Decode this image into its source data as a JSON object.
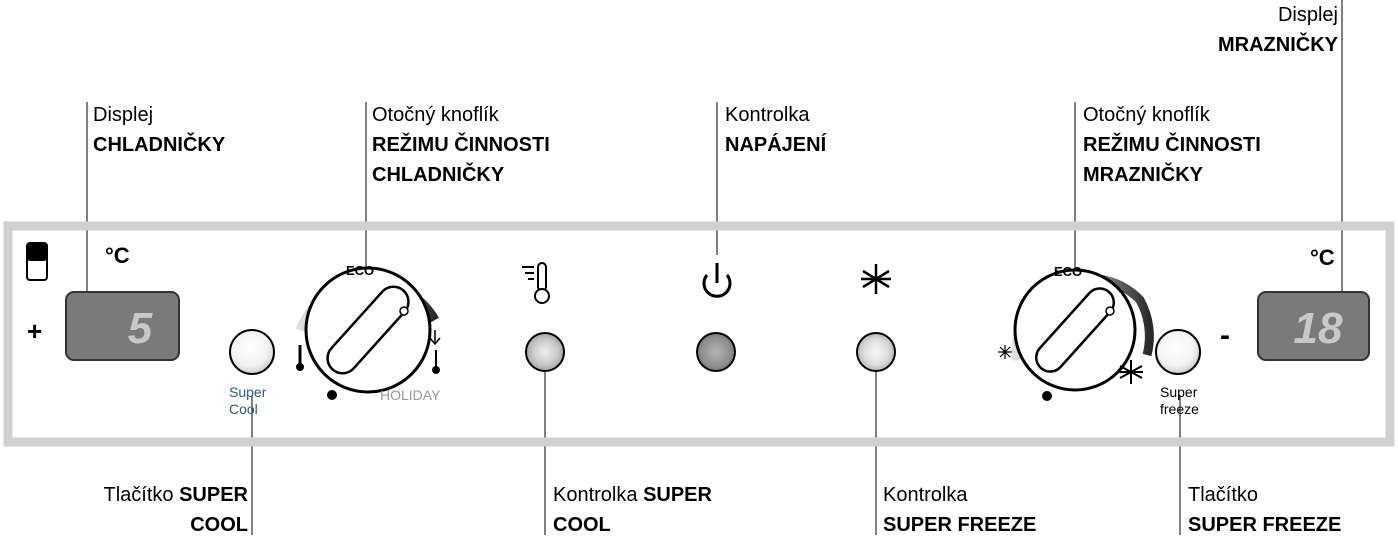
{
  "callouts": {
    "fridge_display": {
      "line1": "Displej",
      "line2": "CHLADNIČKY"
    },
    "fridge_knob": {
      "line1": "Otočný knoflík",
      "line2": "REŽIMU ČINNOSTI",
      "line3": "CHLADNIČKY"
    },
    "power_light": {
      "line1": "Kontrolka",
      "line2": "NAPÁJENÍ"
    },
    "freezer_knob": {
      "line1": "Otočný knoflík",
      "line2": "REŽIMU ČINNOSTI",
      "line3": "MRAZNIČKY"
    },
    "freezer_display": {
      "line1": "Displej",
      "line2": "MRAZNIČKY"
    },
    "super_cool_button": {
      "line1_prefix": "Tlačítko ",
      "line1_bold": "SUPER",
      "line2": "COOL"
    },
    "super_cool_light": {
      "line1_prefix": "Kontrolka  ",
      "line1_bold": "SUPER",
      "line2": "COOL"
    },
    "super_freeze_light": {
      "line1": "Kontrolka",
      "line2": "SUPER FREEZE"
    },
    "super_freeze_button": {
      "line1": "Tlačítko",
      "line2": "SUPER FREEZE"
    }
  },
  "panel": {
    "fridge_unit": "°C",
    "fridge_plus": "+",
    "fridge_value": "5",
    "super_cool_label_1": "Super",
    "super_cool_label_2": "Cool",
    "fridge_knob_eco": "ECO",
    "fridge_knob_holiday": "HOLIDAY",
    "freezer_knob_eco": "ECO",
    "freezer_unit": "°C",
    "freezer_minus": "-",
    "freezer_value": "18",
    "super_freeze_label_1": "Super",
    "super_freeze_label_2": "freeze"
  },
  "icons": [
    "fridge-icon",
    "super-cool-thermometer-icon",
    "power-icon",
    "snowflake-icon"
  ],
  "colors": {
    "panel_border": "#d0d0d0",
    "display_bg": "#7a7a7a",
    "digit": "#c8c8c8",
    "dial_arc_dark": "#333333",
    "super_cool_text": "#2a5a8c"
  }
}
